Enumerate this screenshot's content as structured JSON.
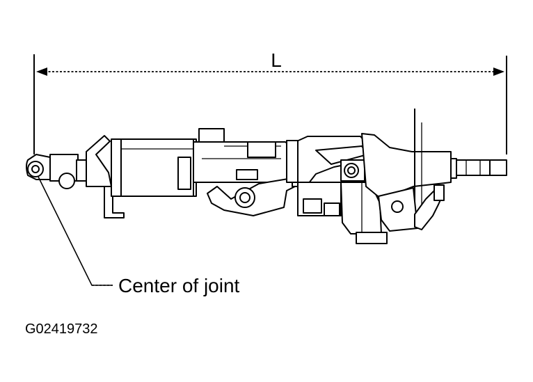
{
  "dimension": {
    "label": "L"
  },
  "callout": {
    "label": "Center of joint"
  },
  "figure_id": "G02419732"
}
